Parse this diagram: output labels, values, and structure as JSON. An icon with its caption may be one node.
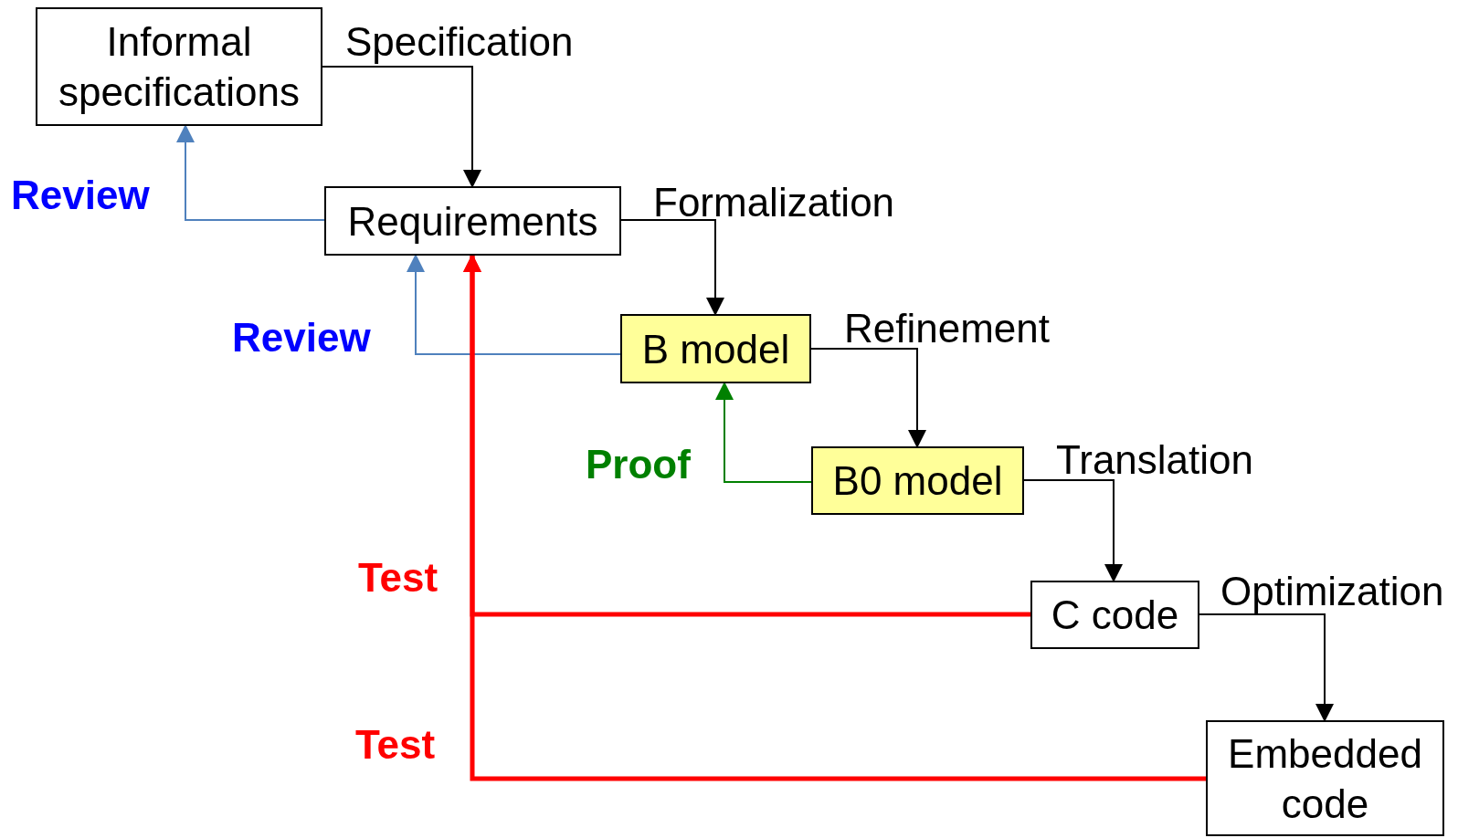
{
  "diagram": {
    "nodes": [
      {
        "text": [
          "Informal specifications"
        ]
      },
      {
        "text": [
          "Requirements"
        ]
      },
      {
        "text": [
          "B model"
        ]
      },
      {
        "text": [
          "B0 model"
        ]
      },
      {
        "text": [
          "C code"
        ]
      },
      {
        "text": [
          "Embedded code"
        ]
      }
    ],
    "edges": [
      {
        "from": 0,
        "to": 1,
        "arrow": "to",
        "label": "Specification"
      },
      {
        "from": 1,
        "to": 2,
        "arrow": "to",
        "label": "Formalization"
      },
      {
        "from": 2,
        "to": 3,
        "arrow": "to",
        "label": "Refinement"
      },
      {
        "from": 3,
        "to": 4,
        "arrow": "to",
        "label": "Translation"
      },
      {
        "from": 4,
        "to": 5,
        "arrow": "to",
        "label": "Optimization"
      },
      {
        "from": 1,
        "to": 0,
        "arrow": "to",
        "label": "Review",
        "color": "#4f81bd"
      },
      {
        "from": 2,
        "to": 1,
        "arrow": "to",
        "label": "Review",
        "color": "#4f81bd"
      },
      {
        "from": 3,
        "to": 2,
        "arrow": "to",
        "label": "Proof",
        "color": "#008000"
      },
      {
        "from": 4,
        "to": 1,
        "arrow": "to",
        "label": "Test",
        "color": "#ff0000",
        "style": "thick"
      },
      {
        "from": 5,
        "to": 1,
        "arrow": "to",
        "label": "Test",
        "color": "#ff0000",
        "style": "thick"
      }
    ]
  }
}
